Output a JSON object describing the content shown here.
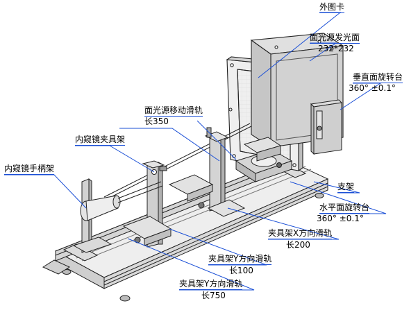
{
  "labels": {
    "external_card": "外图卡",
    "light_panel": "面光源发光面",
    "light_panel_size": "232*232",
    "vertical_rotation_stage": "垂直面旋转台",
    "vertical_rotation_spec": "360° ±0.1°",
    "light_rail": "面光源移动滑轨",
    "light_rail_length": "长350",
    "endoscope_clamp": "内窥镜夹具架",
    "endoscope_handle_holder": "内窥镜手柄架",
    "bracket": "支架",
    "horizontal_rotation_stage": "水平面旋转台",
    "horizontal_rotation_spec": "360° ±0.1°",
    "clamp_x_rail": "夹具架X方向滑轨",
    "clamp_x_rail_length": "长200",
    "clamp_y_rail_short": "夹具架Y方向滑轨",
    "clamp_y_rail_short_length": "长100",
    "clamp_y_rail_long": "夹具架Y方向滑轨",
    "clamp_y_rail_long_length": "长750"
  },
  "colors": {
    "line": "#222222",
    "leader": "#1a4fd6",
    "metal_light": "#e9e9e9",
    "metal_mid": "#cfcfcf",
    "metal_dark": "#9a9a9a"
  }
}
